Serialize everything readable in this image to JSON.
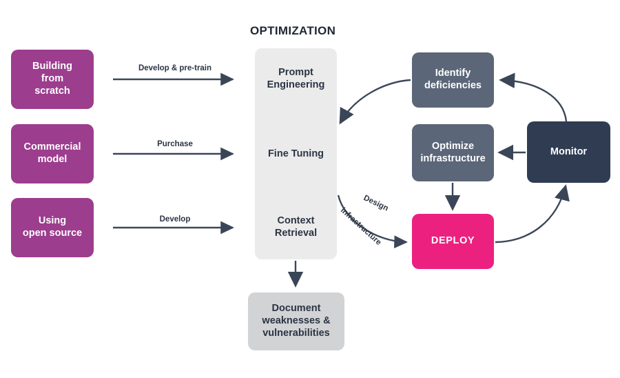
{
  "title": "OPTIMIZATION",
  "colors": {
    "purple": "#9c3d8e",
    "slate": "#5b6678",
    "navy": "#2f3c52",
    "pink": "#ec217f",
    "light_gray": "#ebebeb",
    "doc_gray": "#d2d3d5",
    "arrow": "#3a4658",
    "text_dark": "#2b3443"
  },
  "sources": [
    {
      "label": "Building\nfrom\nscratch",
      "edge_label": "Develop & pre-train"
    },
    {
      "label": "Commercial\nmodel",
      "edge_label": "Purchase"
    },
    {
      "label": "Using\nopen source",
      "edge_label": "Develop"
    }
  ],
  "optimization": {
    "stages": [
      {
        "label": "Prompt\nEngineering"
      },
      {
        "label": "Fine Tuning"
      },
      {
        "label": "Context\nRetrieval"
      }
    ]
  },
  "document": {
    "label": "Document\nweaknesses &\nvulnerabilities"
  },
  "loop": {
    "identify": "Identify\ndeficiencies",
    "optimize": "Optimize\ninfrastructure",
    "monitor": "Monitor",
    "deploy": "DEPLOY",
    "design_label_line1": "Design",
    "design_label_line2": "infrastructure"
  }
}
